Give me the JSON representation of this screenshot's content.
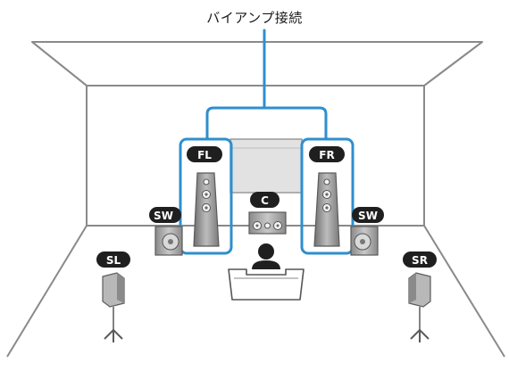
{
  "caption": "バイアンプ接続",
  "speakers": {
    "front_left": "FL",
    "front_right": "FR",
    "center": "C",
    "subwoofer_left": "SW",
    "subwoofer_right": "SW",
    "surround_left": "SL",
    "surround_right": "SR"
  },
  "colors": {
    "bi_amp_line": "#2e8fce",
    "room_line": "#8a8a8a",
    "badge_fill": "#1f1f1f",
    "speaker_fill": "#9a9a9a",
    "wall_fill": "#e6e6e6"
  }
}
